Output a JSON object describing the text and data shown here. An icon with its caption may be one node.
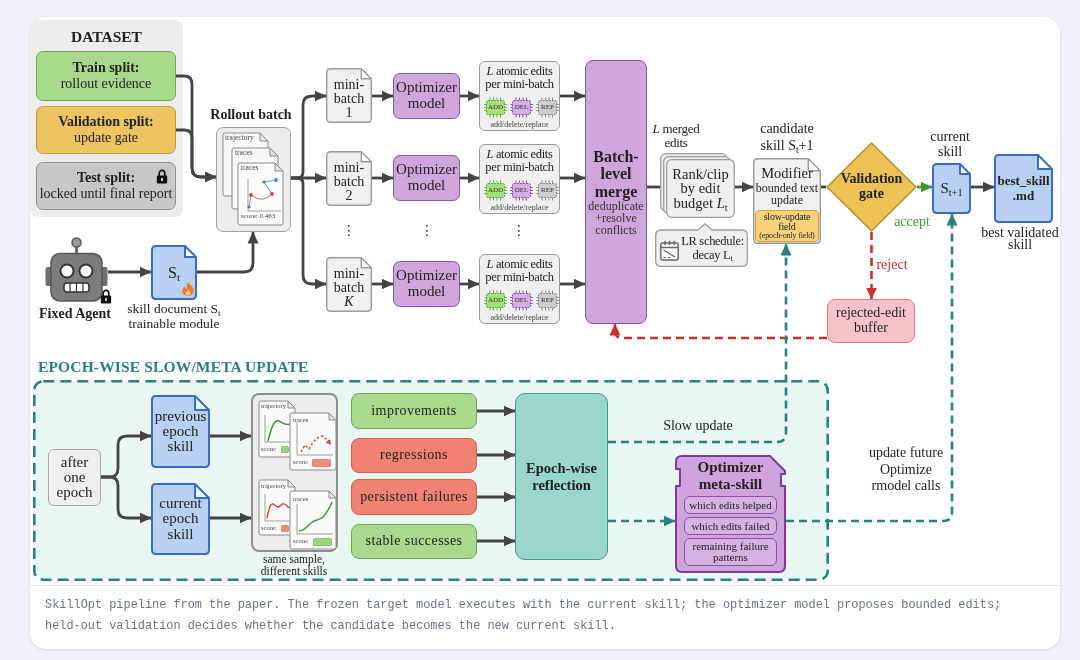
{
  "diagram": {
    "nodes": [
      {
        "text": [
          "DATASET"
        ]
      },
      {
        "text": [
          "Train split:",
          "rollout evidence"
        ],
        "in": 0
      },
      {
        "text": [
          "Validation split:",
          "update gate"
        ],
        "in": 0
      },
      {
        "text": [
          "Test split:",
          "locked until final report"
        ],
        "in": 0
      },
      {
        "text": [
          "Fixed Agent"
        ]
      },
      {
        "text": [
          "S$_{t}$"
        ],
        "beside": [
          "skill document S$_{t}$ trainable module"
        ]
      },
      {
        "text": [
          "Rollout batch",
          "trajectory",
          "traces",
          "traces",
          "score: 0.463"
        ]
      },
      {
        "text": [
          "mini-batch 1"
        ]
      },
      {
        "text": [
          "Optimizer model"
        ]
      },
      {
        "text": [
          "*L* atomic edits per mini-batch",
          "add/delete/replace"
        ]
      },
      {
        "text": [
          "ADD"
        ],
        "in": 9
      },
      {
        "text": [
          "DEL"
        ],
        "in": 9
      },
      {
        "text": [
          "REP"
        ],
        "in": 9
      },
      {
        "text": [
          "mini-batch 2"
        ]
      },
      {
        "text": [
          "Optimizer model"
        ]
      },
      {
        "text": [
          "*L* atomic edits per mini-batch",
          "add/delete/replace"
        ]
      },
      {
        "text": [
          "ADD"
        ],
        "in": 15
      },
      {
        "text": [
          "DEL"
        ],
        "in": 15
      },
      {
        "text": [
          "REP"
        ],
        "in": 15
      },
      {
        "text": [
          "mini-batch *K*"
        ]
      },
      {
        "text": [
          "Optimizer model"
        ]
      },
      {
        "text": [
          "*L* atomic edits per mini-batch",
          "add/delete/replace"
        ]
      },
      {
        "text": [
          "ADD"
        ],
        "in": 21
      },
      {
        "text": [
          "DEL"
        ],
        "in": 21
      },
      {
        "text": [
          "REP"
        ],
        "in": 21
      },
      {
        "text": [
          "Batch-level merge",
          "deduplicate +resolve conflicts"
        ]
      },
      {
        "text": [
          "Rank/clip by edit budget *L*$_{t}$"
        ],
        "beside": [
          "*L* merged edits"
        ]
      },
      {
        "text": [
          "LR schedule: decay L$_{t}$"
        ]
      },
      {
        "text": [
          "Modifier",
          "bounded text update"
        ],
        "beside": [
          "candidate skill S$_{t}$+1"
        ]
      },
      {
        "text": [
          "slow-update field",
          "(epoch-only field)"
        ],
        "in": 28
      },
      {
        "text": [
          "Validation gate"
        ]
      },
      {
        "text": [
          "S$_{t+1}$"
        ],
        "beside": [
          "current skill"
        ]
      },
      {
        "text": [
          "best_skill .md"
        ],
        "beside": [
          "best validated skill"
        ]
      },
      {
        "text": [
          "rejected-edit buffer"
        ]
      },
      {
        "text": [
          "EPOCH-WISE SLOW/META UPDATE"
        ]
      },
      {
        "text": [
          "after one epoch"
        ],
        "in": 34
      },
      {
        "text": [
          "previous epoch skill"
        ],
        "in": 34
      },
      {
        "text": [
          "current epoch skill"
        ],
        "in": 34
      },
      {
        "text": [
          "trajectory",
          "traces",
          "score:",
          "score:",
          "trajectory",
          "traces",
          "score:",
          "score:"
        ],
        "in": 34,
        "beside": [
          "same sample, different skills"
        ]
      },
      {
        "text": [
          "improvements"
        ],
        "in": 34
      },
      {
        "text": [
          "regressions"
        ],
        "in": 34
      },
      {
        "text": [
          "persistent failures"
        ],
        "in": 34
      },
      {
        "text": [
          "stable successes"
        ],
        "in": 34
      },
      {
        "text": [
          "Epoch-wise reflection"
        ],
        "in": 34
      },
      {
        "text": [
          "Optimizer meta-skill"
        ],
        "in": 34
      },
      {
        "text": [
          "which edits helped"
        ],
        "in": 44
      },
      {
        "text": [
          "which edits failed"
        ],
        "in": 44
      },
      {
        "text": [
          "remaining failure patterns"
        ],
        "in": 44
      }
    ],
    "edges": [
      {
        "from": 1,
        "to": 6,
        "arrow": "to"
      },
      {
        "from": 2,
        "to": 6,
        "arrow": "to"
      },
      {
        "from": 4,
        "to": 5,
        "arrow": "to"
      },
      {
        "from": 5,
        "to": 6,
        "arrow": "to"
      },
      {
        "from": 6,
        "to": 7,
        "arrow": "to"
      },
      {
        "from": 6,
        "to": 13,
        "arrow": "to"
      },
      {
        "from": 6,
        "to": 19,
        "arrow": "to"
      },
      {
        "from": 7,
        "to": 8,
        "arrow": "to"
      },
      {
        "from": 8,
        "to": 9,
        "arrow": "to"
      },
      {
        "from": 9,
        "to": 25,
        "arrow": "to"
      },
      {
        "from": 13,
        "to": 14,
        "arrow": "to"
      },
      {
        "from": 14,
        "to": 15,
        "arrow": "to"
      },
      {
        "from": 15,
        "to": 25,
        "arrow": "to"
      },
      {
        "from": 19,
        "to": 20,
        "arrow": "to"
      },
      {
        "from": 20,
        "to": 21,
        "arrow": "to"
      },
      {
        "from": 21,
        "to": 25,
        "arrow": "to"
      },
      {
        "from": 25,
        "to": 26,
        "arrow": "none"
      },
      {
        "from": 26,
        "to": 28,
        "arrow": "to"
      },
      {
        "from": 28,
        "to": 30,
        "arrow": "none"
      },
      {
        "from": 30,
        "to": 31,
        "arrow": "to",
        "label": "accept",
        "color": "#3d9a3a"
      },
      {
        "from": 31,
        "to": 32,
        "arrow": "to"
      },
      {
        "from": 30,
        "to": 33,
        "arrow": "to",
        "label": "reject",
        "style": "dashed",
        "color": "#c9302c"
      },
      {
        "from": 33,
        "to": 25,
        "arrow": "to",
        "style": "dashed",
        "color": "#c9302c"
      },
      {
        "from": 35,
        "to": 36,
        "arrow": "to"
      },
      {
        "from": 35,
        "to": 37,
        "arrow": "to"
      },
      {
        "from": 36,
        "to": 38,
        "arrow": "to"
      },
      {
        "from": 37,
        "to": 38,
        "arrow": "to"
      },
      {
        "from": 39,
        "to": 43,
        "arrow": "to"
      },
      {
        "from": 40,
        "to": 43,
        "arrow": "to"
      },
      {
        "from": 41,
        "to": 43,
        "arrow": "to"
      },
      {
        "from": 42,
        "to": 43,
        "arrow": "to"
      },
      {
        "from": 43,
        "to": 28,
        "arrow": "to",
        "label": "Slow update",
        "style": "dashed",
        "color": "#2a807d"
      },
      {
        "from": 43,
        "to": 44,
        "arrow": "to",
        "style": "dashed",
        "color": "#2a807d"
      },
      {
        "from": 44,
        "to": 31,
        "arrow": "to",
        "label": "update future Optimize rmodel calls",
        "style": "dashed",
        "color": "#2a807d"
      }
    ],
    "labels": [
      "⋮",
      "⋮",
      "⋮"
    ],
    "caption": "SkillOpt pipeline from the paper. The frozen target model executes with the current skill; the optimizer model proposes bounded edits; held-out validation decides whether the candidate becomes the new current skill."
  }
}
